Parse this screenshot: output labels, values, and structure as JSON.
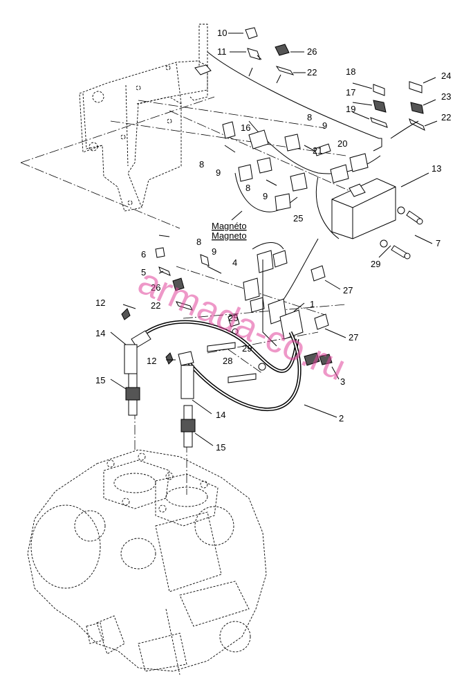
{
  "callouts": [
    {
      "id": "c10",
      "text": "10"
    },
    {
      "id": "c11",
      "text": "11"
    },
    {
      "id": "c26a",
      "text": "26"
    },
    {
      "id": "c22a",
      "text": "22"
    },
    {
      "id": "c18",
      "text": "18"
    },
    {
      "id": "c24",
      "text": "24"
    },
    {
      "id": "c17",
      "text": "17"
    },
    {
      "id": "c23",
      "text": "23"
    },
    {
      "id": "c19",
      "text": "19"
    },
    {
      "id": "c22b",
      "text": "22"
    },
    {
      "id": "c8a",
      "text": "8"
    },
    {
      "id": "c9a",
      "text": "9"
    },
    {
      "id": "c16",
      "text": "16"
    },
    {
      "id": "c21",
      "text": "21"
    },
    {
      "id": "c20",
      "text": "20"
    },
    {
      "id": "c8b",
      "text": "8"
    },
    {
      "id": "c9b",
      "text": "9"
    },
    {
      "id": "c8c",
      "text": "8"
    },
    {
      "id": "c9c",
      "text": "9"
    },
    {
      "id": "c13",
      "text": "13"
    },
    {
      "id": "c25a",
      "text": "25"
    },
    {
      "id": "c7",
      "text": "7"
    },
    {
      "id": "c29a",
      "text": "29"
    },
    {
      "id": "c8d",
      "text": "8"
    },
    {
      "id": "c9d",
      "text": "9"
    },
    {
      "id": "c6",
      "text": "6"
    },
    {
      "id": "c4",
      "text": "4"
    },
    {
      "id": "c5",
      "text": "5"
    },
    {
      "id": "c26b",
      "text": "26"
    },
    {
      "id": "c27a",
      "text": "27"
    },
    {
      "id": "c12a",
      "text": "12"
    },
    {
      "id": "c22c",
      "text": "22"
    },
    {
      "id": "c1",
      "text": "1"
    },
    {
      "id": "c25b",
      "text": "25"
    },
    {
      "id": "c14a",
      "text": "14"
    },
    {
      "id": "c27b",
      "text": "27"
    },
    {
      "id": "c29b",
      "text": "29"
    },
    {
      "id": "c12b",
      "text": "12"
    },
    {
      "id": "c28",
      "text": "28"
    },
    {
      "id": "c3",
      "text": "3"
    },
    {
      "id": "c15a",
      "text": "15"
    },
    {
      "id": "c14b",
      "text": "14"
    },
    {
      "id": "c2",
      "text": "2"
    },
    {
      "id": "c15b",
      "text": "15"
    }
  ],
  "labels": {
    "magneto_top": "Magnéto",
    "magneto_bottom": "Magneto"
  },
  "watermark": {
    "text": "armada-co.ru",
    "color": "#e0449a"
  }
}
